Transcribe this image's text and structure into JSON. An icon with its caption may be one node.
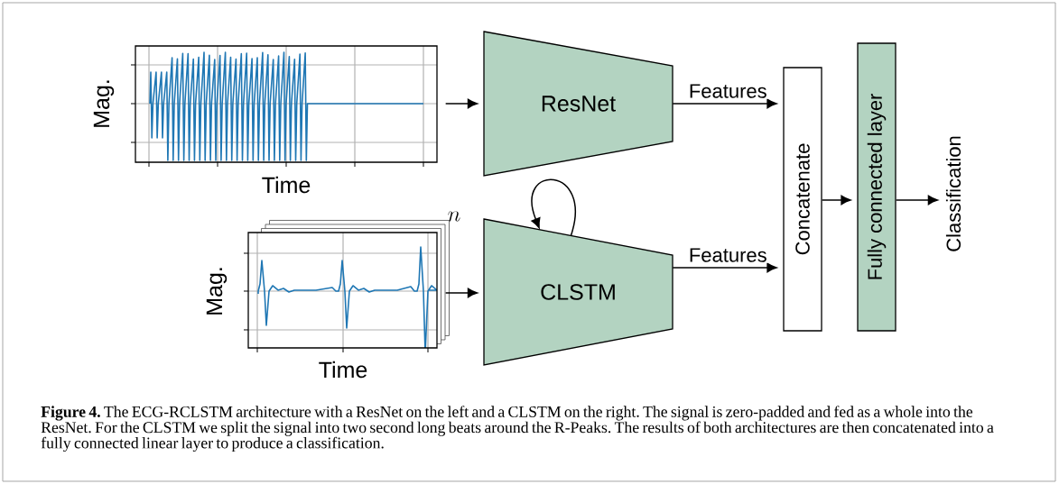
{
  "diagram": {
    "caption": "**Figure 4.** The ECG-RCLSTM architecture with a ResNet on the left and a CLSTM on the right. The signal is zero-padded and fed as a whole into the ResNet. For the CLSTM we split the signal into two second long beats around the R-Peaks. The results of both architectures are then concatenated into a fully connected linear layer to produce a classification.",
    "nodes": [
      {
        "text": [],
        "shape": "picture",
        "beside": [
          "Mag.",
          "Time"
        ]
      },
      {
        "text": [
          "ResNet"
        ]
      },
      {
        "text": [],
        "shape": "picture",
        "beside": [
          "Mag.",
          "Time",
          "n"
        ]
      },
      {
        "text": [
          "CLSTM"
        ]
      },
      {
        "text": [
          "Concatenate"
        ]
      },
      {
        "text": [
          "Fully connected layer"
        ]
      },
      {
        "text": [
          "Classification"
        ]
      }
    ],
    "edges": [
      {
        "from": 0,
        "to": 1,
        "arrow": "to"
      },
      {
        "from": 2,
        "to": 3,
        "arrow": "to"
      },
      {
        "from": 3,
        "to": 3,
        "arrow": "to"
      },
      {
        "from": 1,
        "to": 4,
        "arrow": "to",
        "label": "Features"
      },
      {
        "from": 3,
        "to": 4,
        "arrow": "to",
        "label": "Features"
      },
      {
        "from": 4,
        "to": 5,
        "arrow": "to"
      },
      {
        "from": 5,
        "to": 6,
        "arrow": "to"
      }
    ]
  }
}
